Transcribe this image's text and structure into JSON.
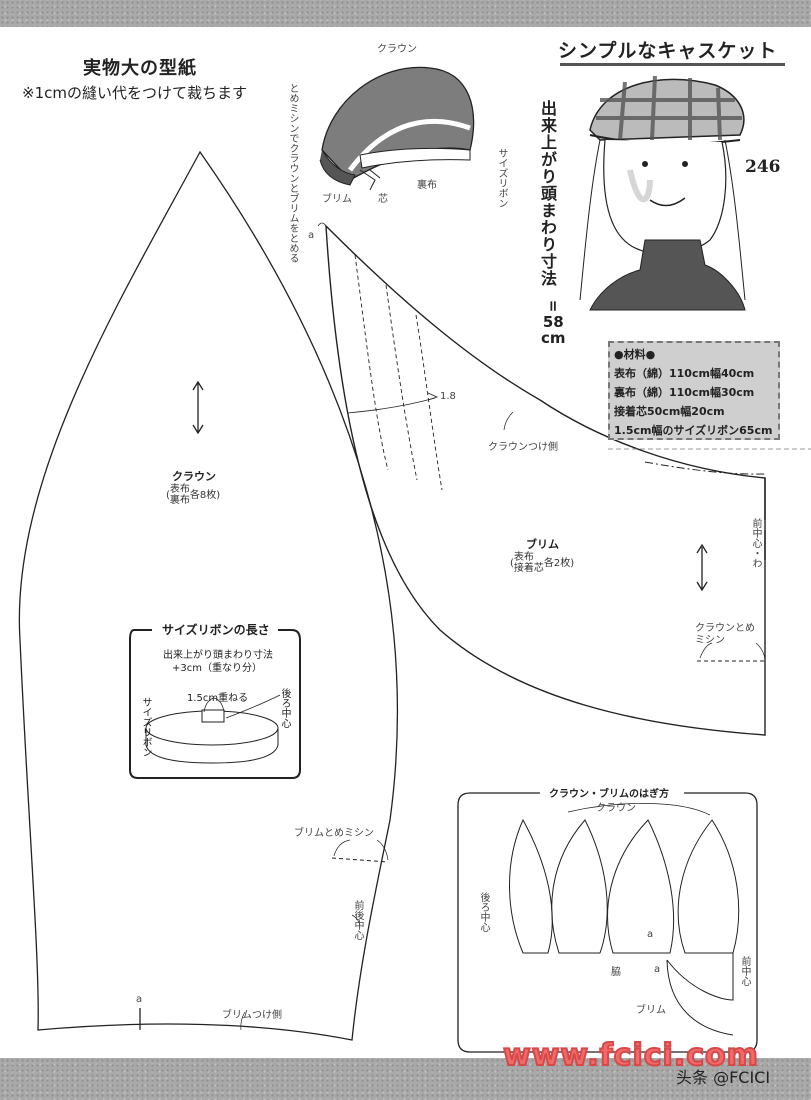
{
  "header": {
    "title": "実物大の型紙",
    "note": "※1cmの縫い代をつけて裁ちます",
    "pattern_title": "シンプルなキャスケット",
    "page_number": "246"
  },
  "finished_size": {
    "label": "出来上がり頭まわり寸法",
    "equals": "=",
    "value": "58",
    "unit": "cm"
  },
  "materials": {
    "heading": "●材料●",
    "items": [
      "表布（綿）110cm幅40cm",
      "裏布（綿）110cm幅30cm",
      "接着芯50cm幅20cm",
      "1.5cm幅のサイズリボン65cm"
    ]
  },
  "cap_illustration": {
    "labels": {
      "crown": "クラウン",
      "stitch_note": "とめミシンでクラウンとブリムをとめる",
      "size_ribbon": "サイズリボン",
      "lining": "裏布",
      "brim": "ブリム",
      "interfacing": "芯"
    }
  },
  "crown_piece": {
    "name": "クラウン",
    "fabric_1": "表布",
    "fabric_2": "裏布",
    "count": "各8枚",
    "mark_a": "a",
    "brim_stitch": "ブリムとめミシン",
    "center_front_back": "前後中心",
    "brim_side": "ブリムつけ側"
  },
  "brim_piece": {
    "name": "ブリム",
    "fabric_1": "表布",
    "fabric_2": "接着芯",
    "count": "各2枚",
    "mark_a": "a",
    "dimension": "1.8",
    "crown_side": "クラウンつけ側",
    "center_front_fold": "前中心・わ",
    "crown_stitch_1": "クラウンとめ",
    "crown_stitch_2": "ミシン"
  },
  "ribbon_box": {
    "title": "サイズリボンの長さ",
    "line1": "出来上がり頭まわり寸法",
    "line2": "+3cm（重なり分）",
    "overlap": "1.5cm重ねる",
    "back_center": "後ろ中心",
    "ribbon": "サイズリボン"
  },
  "assembly_box": {
    "title": "クラウン・ブリムのはぎ方",
    "crown": "クラウン",
    "back_center": "後ろ中心",
    "side": "脇",
    "mark_a1": "a",
    "mark_a2": "a",
    "front_center": "前中心",
    "brim": "ブリム"
  },
  "watermark": {
    "site": "www.fcici.com",
    "credit": "头条 @FCICI"
  }
}
